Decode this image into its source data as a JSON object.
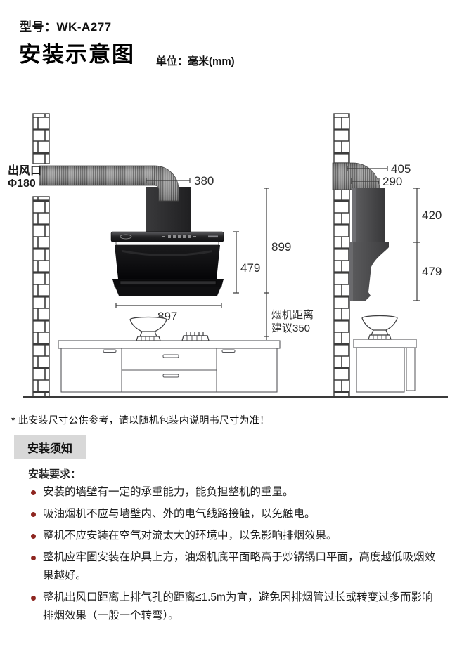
{
  "header": {
    "model_label": "型号：",
    "model": "WK-A277",
    "title": "安装示意图",
    "unit": "单位：毫米(mm)"
  },
  "diagram": {
    "outlet_label_line1": "出风口",
    "outlet_label_line2": "Φ180",
    "front": {
      "chimney_width": "380",
      "hood_width": "897",
      "hood_height": "479",
      "total_height": "899",
      "distance_line1": "烟机距离",
      "distance_line2": "建议350"
    },
    "side": {
      "depth_top": "405",
      "depth_duct": "290",
      "chimney_height": "420",
      "hood_height": "479"
    }
  },
  "disclaimer": "* 此安装尺寸公供参考，请以随机包装内说明书尺寸为准！",
  "notice": {
    "section_title": "安装须知",
    "requirements_title": "安装要求：",
    "items": [
      "安装的墙壁有一定的承重能力，能负担整机的重量。",
      "吸油烟机不应与墙壁内、外的电气线路接触，以免触电。",
      "整机不应安装在空气对流太大的环境中，以免影响排烟效果。",
      "整机应牢固安装在炉具上方，油烟机底平面略高于炒锅锅口平面，高度越低吸烟效果越好。",
      "整机出风口距离上排气孔的距离≤1.5m为宜，避免因排烟管过长或转变过多而影响排烟效果（一般一个转弯）。"
    ]
  },
  "colors": {
    "bullet": "#8e2620",
    "notice_bg": "#d8d8d8",
    "diagram_line": "#3c3c3c",
    "hood_black": "#0b0b0d"
  }
}
